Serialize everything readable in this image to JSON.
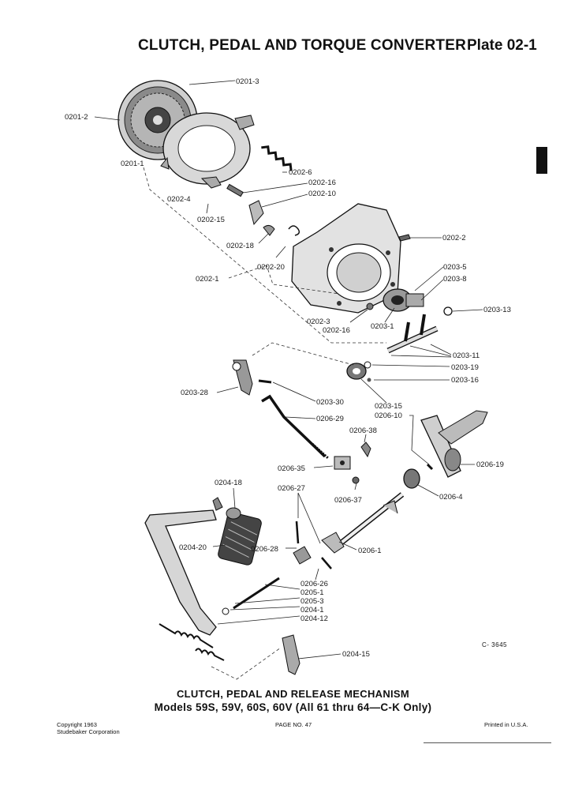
{
  "header": {
    "title": "CLUTCH, PEDAL AND TORQUE CONVERTER",
    "plate": "Plate 02-1"
  },
  "labels": {
    "p0201_3": "0201-3",
    "p0201_2": "0201-2",
    "p0201_1": "0201-1",
    "p0202_4": "0202-4",
    "p0202_6": "0202-6",
    "p0202_16a": "0202-16",
    "p0202_10": "0202-10",
    "p0202_15": "0202-15",
    "p0202_2": "0202-2",
    "p0202_18": "0202-18",
    "p0202_20": "0202-20",
    "p0202_1": "0202-1",
    "p0203_5": "0203-5",
    "p0203_8": "0203-8",
    "p0203_13": "0203-13",
    "p0202_3": "0202-3",
    "p0202_16b": "0202-16",
    "p0203_1": "0203-1",
    "p0203_11": "0203-11",
    "p0203_19": "0203-19",
    "p0203_16": "0203-16",
    "p0203_28": "0203-28",
    "p0203_30": "0203-30",
    "p0203_15": "0203-15",
    "p0206_10": "0206-10",
    "p0206_29": "0206-29",
    "p0206_38": "0206-38",
    "p0206_19": "0206-19",
    "p0206_35": "0206-35",
    "p0204_18": "0204-18",
    "p0206_27": "0206-27",
    "p0206_37": "0206-37",
    "p0206_4": "0206-4",
    "p0204_20": "0204-20",
    "p0206_28": "0206-28",
    "p0206_1": "0206-1",
    "p0206_26": "0206-26",
    "p0205_1": "0205-1",
    "p0205_3": "0205-3",
    "p0204_1": "0204-1",
    "p0204_12": "0204-12",
    "p0204_15": "0204-15"
  },
  "reference_code": "C- 3645",
  "caption": {
    "line1": "CLUTCH, PEDAL AND RELEASE MECHANISM",
    "line2": "Models 59S, 59V, 60S, 60V (All 61 thru 64—C-K Only)"
  },
  "footer": {
    "copyright_line1": "Copyright 1963",
    "copyright_line2": "Studebaker Corporation",
    "page": "PAGE NO. 47",
    "printed": "Printed in U.S.A."
  }
}
